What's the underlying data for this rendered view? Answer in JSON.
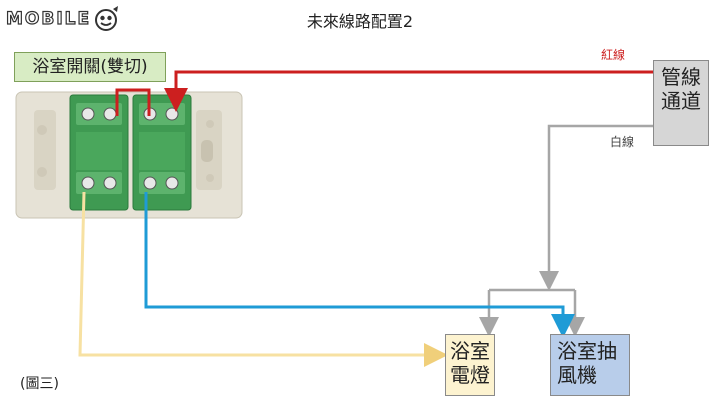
{
  "logo": {
    "text": "MOBILE"
  },
  "title": "未來線路配置2",
  "labels": {
    "switch": "浴室開關(雙切)",
    "conduit_line1": "管線",
    "conduit_line2": "通道",
    "light_line1": "浴室",
    "light_line2": "電燈",
    "fan_line1": "浴室抽",
    "fan_line2": "風機",
    "red_wire": "紅線",
    "white_wire": "白線",
    "figure": "(圖三)"
  },
  "colors": {
    "red_wire": "#cc1f1f",
    "white_wire": "#a6a6a6",
    "blue_wire": "#1f9bd6",
    "yellow_wire": "#f7e1a2",
    "switch_body": "#3f9a52",
    "plate": "#e6e2d6"
  },
  "icons": {
    "logo_emblem": "mobile01-face-icon"
  }
}
